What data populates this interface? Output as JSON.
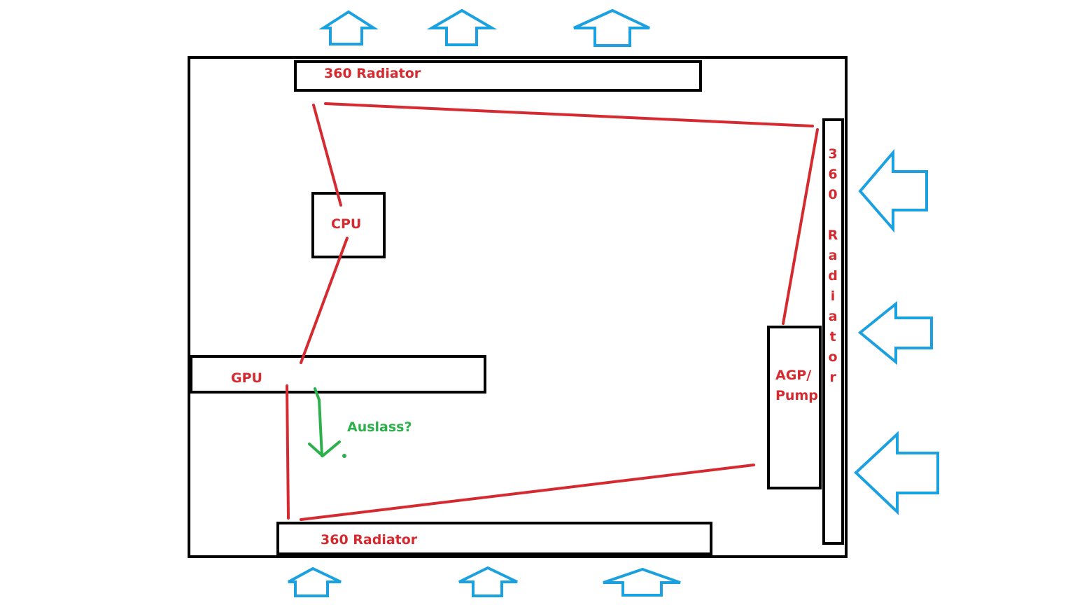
{
  "diagram": {
    "title": "Water cooling loop layout sketch",
    "colors": {
      "outline": "#000000",
      "pipe": "#d42a30",
      "airflow": "#1ba0e0",
      "annotation": "#2db04b"
    },
    "components": {
      "top_radiator": "360 Radiator",
      "bottom_radiator": "360 Radiator",
      "side_radiator": "360 Radiator",
      "side_radiator_chars": [
        "3",
        "6",
        "0",
        "",
        "R",
        "a",
        "d",
        "i",
        "a",
        "t",
        "o",
        "r"
      ],
      "cpu": "CPU",
      "gpu": "GPU",
      "pump_line1": "AGP/",
      "pump_line2": "Pump"
    },
    "annotation": {
      "label": "Auslass?",
      "meaning": "outlet"
    },
    "airflow": {
      "top": "exhaust (up)",
      "bottom": "intake (up)",
      "side": "intake (left)"
    },
    "loop_order": [
      "Top Radiator",
      "CPU",
      "GPU",
      "Bottom Radiator",
      "AGP/Pump",
      "Side Radiator",
      "Top Radiator"
    ]
  }
}
